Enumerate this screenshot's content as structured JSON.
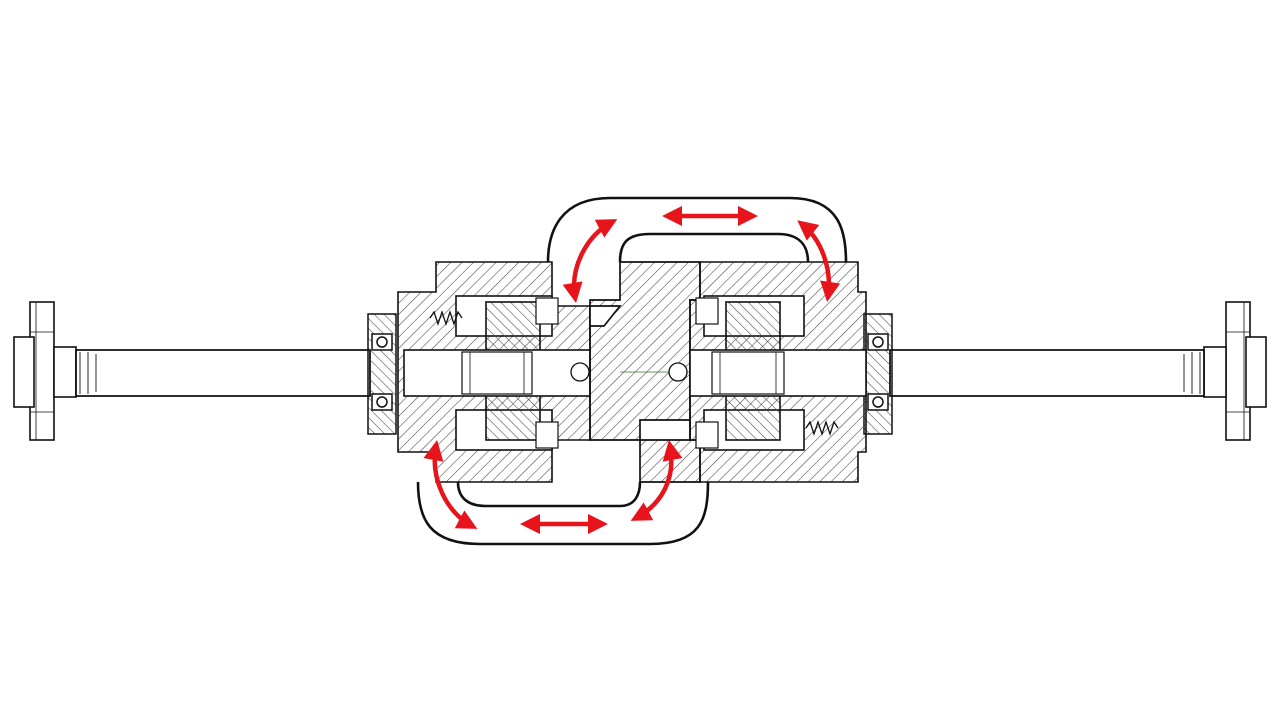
{
  "diagram": {
    "kind": "mechanical cross-section with flow arrows",
    "components": [
      "left-flange",
      "left-axle-shaft",
      "left-seal-pack",
      "left-gear-housing",
      "left-spring",
      "center-hub",
      "right-gear-housing",
      "right-spring",
      "right-seal-pack",
      "right-axle-shaft",
      "right-flange",
      "upper-fluid-loop",
      "lower-fluid-loop"
    ],
    "arrows": {
      "count": 6,
      "style": "double-headed",
      "upper_loop": [
        "upper-left-arc-arrow",
        "upper-top-arrow",
        "upper-right-arc-arrow"
      ],
      "lower_loop": [
        "lower-left-arc-arrow",
        "lower-bottom-arrow",
        "lower-right-arc-arrow"
      ]
    }
  },
  "colors": {
    "background": "#ffffff",
    "line": "#111111",
    "hatch": "#444444",
    "arrow": "#e8141b"
  }
}
